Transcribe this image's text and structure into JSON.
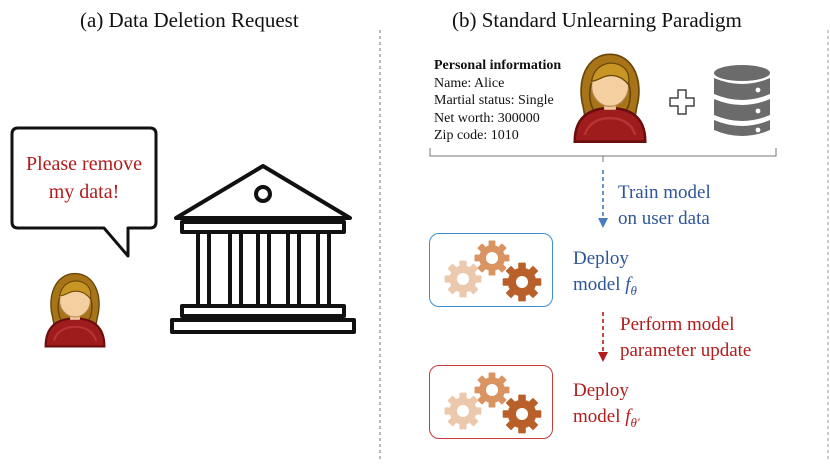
{
  "panel_a": {
    "title": "(a) Data Deletion Request",
    "speech_line1": "Please remove",
    "speech_line2": "my data!"
  },
  "panel_b": {
    "title": "(b) Standard Unlearning Paradigm",
    "info_heading": "Personal information",
    "info_name": "Name: Alice",
    "info_status": "Martial status: Single",
    "info_worth": "Net worth: 300000",
    "info_zip": "Zip code: 1010",
    "train_line1": "Train model",
    "train_line2": "on user data",
    "deploy1_line1": "Deploy",
    "deploy1_line2": "model",
    "deploy1_symbol": "f",
    "deploy1_subscript": "θ",
    "update_line1": "Perform model",
    "update_line2": "parameter update",
    "deploy2_line1": "Deploy",
    "deploy2_line2": "model",
    "deploy2_symbol": "f",
    "deploy2_subscript": "θ′"
  },
  "colors": {
    "blue": "#2e5597",
    "red": "#b01c1c",
    "box_blue": "#3d8fd1",
    "box_red": "#c43c3c",
    "gear_light": "#ecc9ad",
    "gear_mid": "#d99462",
    "gear_dark": "#b9602a"
  },
  "icons": [
    "speech-bubble-icon",
    "user-avatar-icon",
    "bank-building-icon",
    "plus-icon",
    "database-icon",
    "gears-icon"
  ]
}
